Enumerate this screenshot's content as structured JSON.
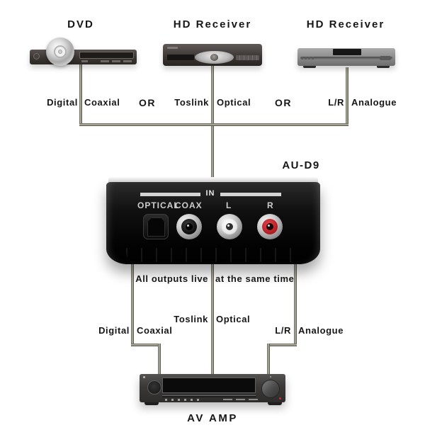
{
  "diagram": {
    "source_labels": [
      "DVD",
      "HD Receiver",
      "HD Receiver"
    ],
    "or_label": "OR",
    "link_labels_top": [
      {
        "left": "Digital",
        "right": "Coaxial"
      },
      {
        "left": "Toslink",
        "right": "Optical"
      },
      {
        "left": "L/R",
        "right": "Analogue"
      }
    ],
    "converter": {
      "name": "AU-D9",
      "group_label": "IN",
      "port_labels": [
        "OPTICAL",
        "COAX",
        "L",
        "R"
      ]
    },
    "note": {
      "part1": "All outputs live",
      "part2": "at the same time"
    },
    "link_labels_bottom": [
      {
        "left": "Digital",
        "right": "Coaxial"
      },
      {
        "left": "Toslink",
        "right": "Optical"
      },
      {
        "left": "L/R",
        "right": "Analogue"
      }
    ],
    "amp_label": "AV AMP"
  },
  "colors": {
    "background": "#ffffff",
    "text": "#161616",
    "cable_edge": "#514f45",
    "cable_highlight": "#c6c5b7",
    "converter_body": "#0d0d0d",
    "panel_label": "#cdcdcd",
    "rca_red": "#b51e24",
    "rca_white": "#f2f2f2"
  }
}
